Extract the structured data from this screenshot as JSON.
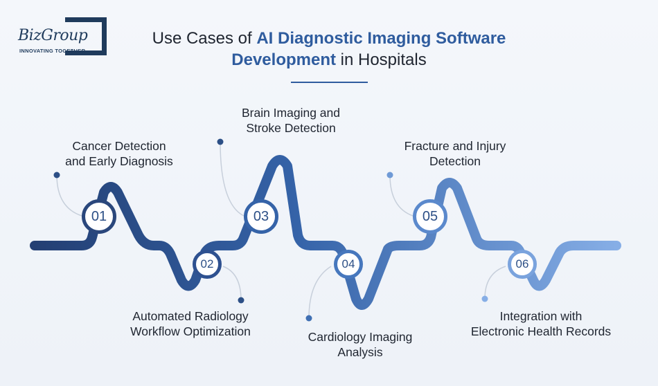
{
  "logo": {
    "name": "BizGroup",
    "tagline": "INNOVATING TOGETHER"
  },
  "title": {
    "line1_prefix": "Use Cases of ",
    "line1_highlight": "AI Diagnostic Imaging Software",
    "line2_highlight": "Development",
    "line2_suffix": " in Hospitals"
  },
  "colors": {
    "dark_blue": "#2c4f86",
    "mid_blue": "#3f6fb3",
    "light_blue": "#6f9ad6",
    "accent": "#2f5c9e"
  },
  "steps": [
    {
      "number": "01",
      "label_line1": "Cancer Detection",
      "label_line2": "and Early Diagnosis"
    },
    {
      "number": "02",
      "label_line1": "Automated Radiology",
      "label_line2": "Workflow Optimization"
    },
    {
      "number": "03",
      "label_line1": "Brain Imaging and",
      "label_line2": "Stroke Detection"
    },
    {
      "number": "04",
      "label_line1": "Cardiology Imaging",
      "label_line2": "Analysis"
    },
    {
      "number": "05",
      "label_line1": "Fracture and Injury",
      "label_line2": "Detection"
    },
    {
      "number": "06",
      "label_line1": "Integration with",
      "label_line2": "Electronic Health Records"
    }
  ]
}
